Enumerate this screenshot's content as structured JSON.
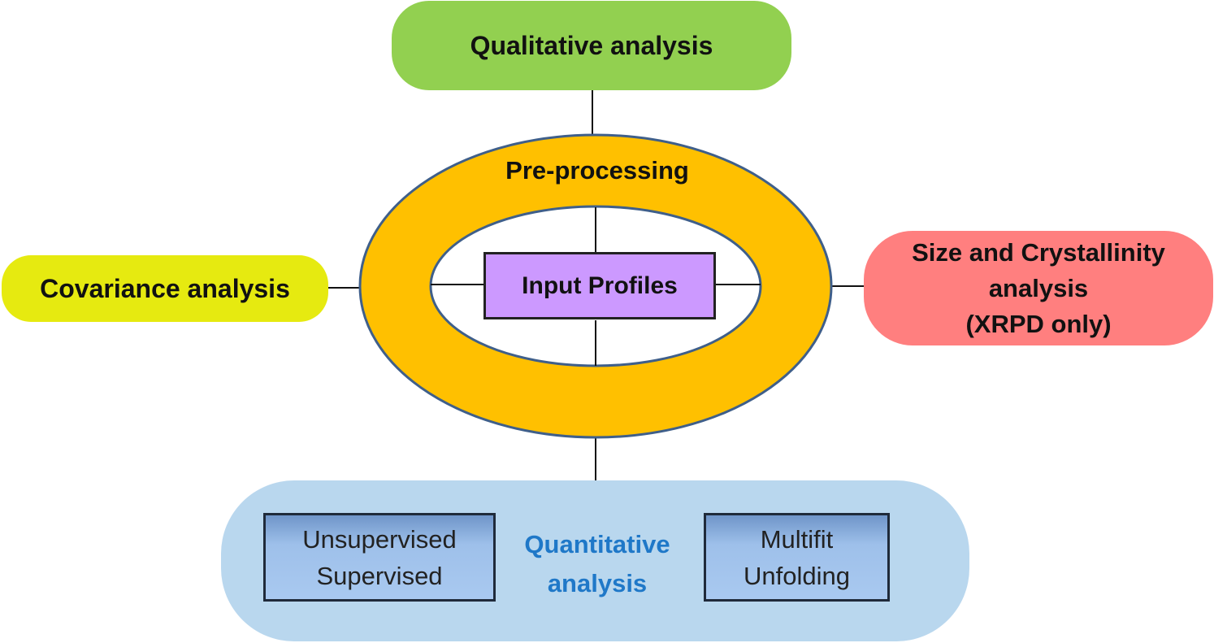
{
  "nodes": {
    "qualitative": "Qualitative analysis",
    "covariance": "Covariance analysis",
    "size_crystallinity": [
      "Size and Crystallinity",
      "analysis",
      "(XRPD only)"
    ],
    "preprocessing": "Pre-processing",
    "input_profiles": "Input Profiles",
    "quantitative": [
      "Quantitative",
      "analysis"
    ],
    "methods_left": [
      "Unsupervised",
      "Supervised"
    ],
    "methods_right": [
      "Multifit",
      "Unfolding"
    ]
  },
  "colors": {
    "qualitative": "#92d050",
    "covariance": "#e6ea10",
    "size_crystallinity": "#ff7f7f",
    "preprocessing_ring": "#ffc000",
    "ring_border": "#3f5f8a",
    "input_profiles": "#cc99ff",
    "quantitative": "#b9d7ee",
    "quantitative_text": "#1f78c8"
  }
}
